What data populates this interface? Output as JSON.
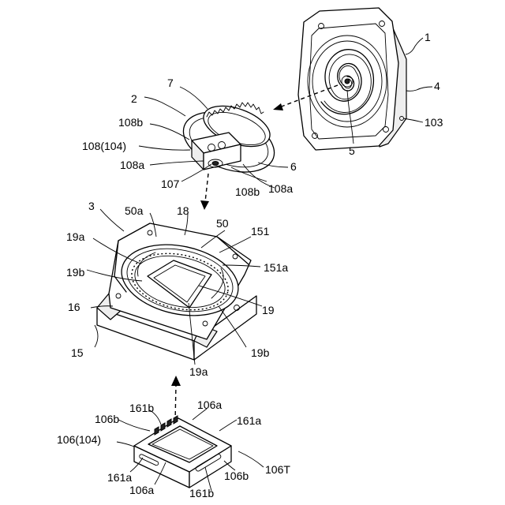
{
  "labels": {
    "l1": "1",
    "l2": "2",
    "l3": "3",
    "l4": "4",
    "l5": "5",
    "l6": "6",
    "l7": "7",
    "l15": "15",
    "l16": "16",
    "l18": "18",
    "l19a_left": "19a",
    "l19a_bottom": "19a",
    "l19b_left": "19b",
    "l19b_right": "19b",
    "l19": "19",
    "l50": "50",
    "l50a": "50a",
    "l103": "103",
    "l107": "107",
    "l108_104": "108(104)",
    "l108a_left": "108a",
    "l108a_right": "108a",
    "l108b_top": "108b",
    "l108b_bottom": "108b",
    "l151": "151",
    "l151a": "151a",
    "l106_104": "106(104)",
    "l106a_top": "106a",
    "l106a_bottom": "106a",
    "l106b_left": "106b",
    "l106b_right": "106b",
    "l161a_right": "161a",
    "l161a_left": "161a",
    "l161b_top": "161b",
    "l161b_bottom": "161b",
    "l106T": "106T"
  }
}
